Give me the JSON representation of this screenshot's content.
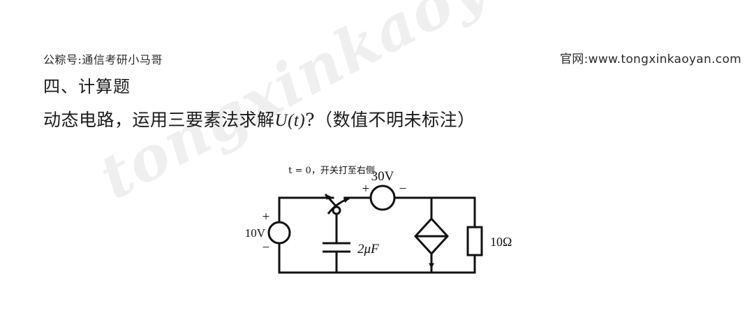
{
  "page": {
    "background_color": "#ffffff",
    "ink_color": "#111111"
  },
  "watermark": {
    "text": "tongxinkaoyan.com",
    "color": "#efefef"
  },
  "header": {
    "account_handle": "公粽号:通信考研小马哥",
    "official_site": "官网:www.tongxinkaoyan.com"
  },
  "content": {
    "section_heading": "四、计算题",
    "question_prefix": "动态电路，运用三要素法求解",
    "question_variable": "U(t)",
    "question_suffix": "?（数值不明未标注）"
  },
  "circuit": {
    "switch_note": "t = 0，开关打至右侧",
    "labels": {
      "source_left": "10V",
      "source_left_plus": "+",
      "source_left_minus": "−",
      "capacitor": "2μF",
      "source_top": "30V",
      "source_top_plus": "+",
      "source_top_minus": "−",
      "resistor": "10Ω"
    },
    "components": [
      {
        "name": "independent-voltage-source-10v",
        "type": "voltage-source",
        "value": "10V"
      },
      {
        "name": "spdt-switch",
        "type": "switch",
        "value": "t = 0，开关打至右侧"
      },
      {
        "name": "capacitor-2uf",
        "type": "capacitor",
        "value": "2μF"
      },
      {
        "name": "independent-voltage-source-30v",
        "type": "voltage-source",
        "value": "30V"
      },
      {
        "name": "dependent-current-source",
        "type": "dependent-current-source",
        "value": ""
      },
      {
        "name": "resistor-10ohm",
        "type": "resistor",
        "value": "10Ω"
      }
    ]
  }
}
